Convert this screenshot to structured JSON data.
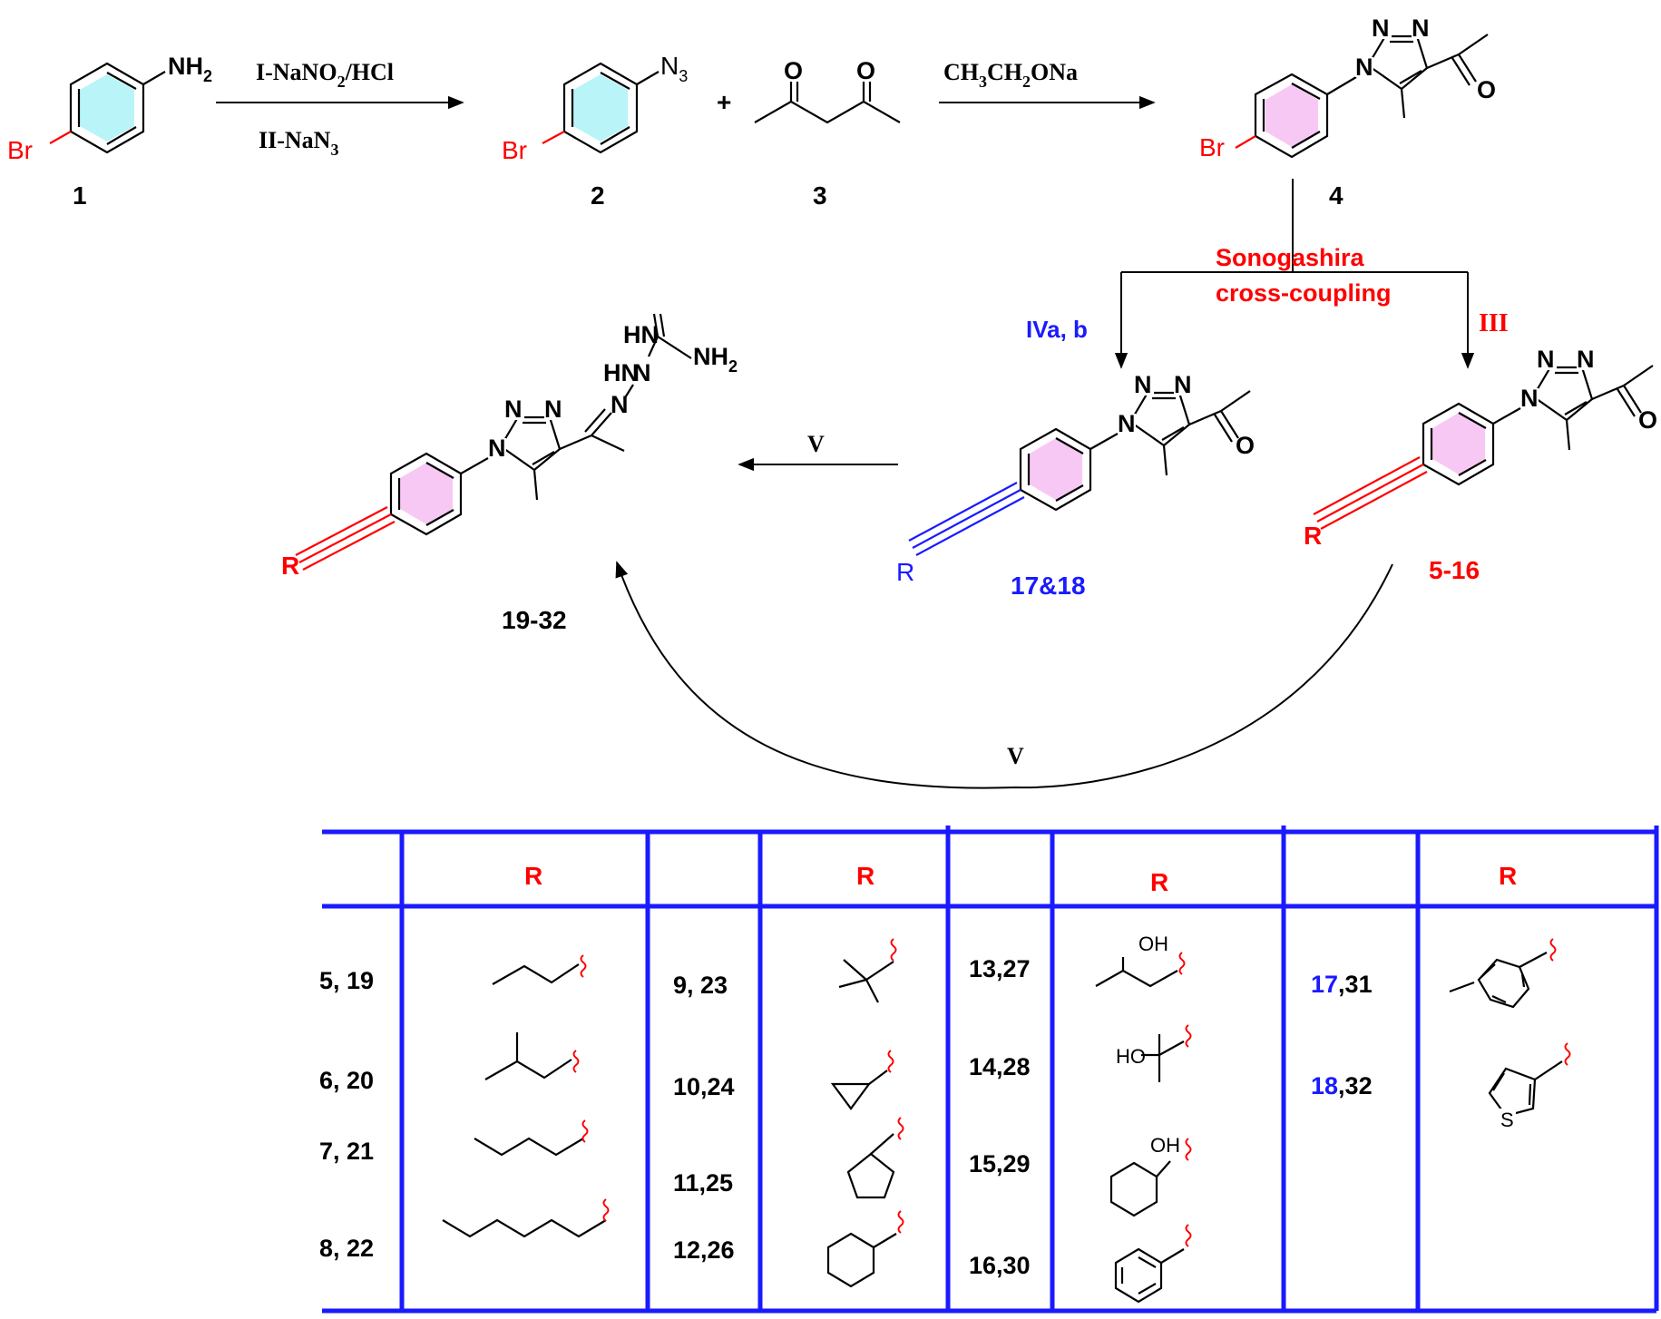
{
  "compounds": {
    "c1": "1",
    "c2": "2",
    "c3": "3",
    "c4": "4",
    "c5_16": "5-16",
    "c17_18": "17&18",
    "c19_32": "19-32"
  },
  "atoms": {
    "br": "Br",
    "nh": "NH",
    "two": "2",
    "three": "3",
    "n": "N",
    "o": "O",
    "r": "R",
    "hn": "HN",
    "hn_n": "HN",
    "s": "S",
    "oh": "OH",
    "ho": "HO"
  },
  "conditions": {
    "step1_top": "I-NaNO",
    "step1_top_sub": "2",
    "step1_top_rest": "/HCl",
    "step1_bottom": "II-NaN",
    "step1_bottom_sub": "3",
    "step2": "CH",
    "step2_sub1": "3",
    "step2_mid": "CH",
    "step2_sub2": "2",
    "step2_end": "ONa",
    "plus": "+",
    "sonogashira_line1": "Sonogashira",
    "sonogashira_line2": "cross-coupling",
    "iva_b": "IVa, b",
    "iii": "III",
    "v_top": "V",
    "v_bottom": "V"
  },
  "table": {
    "header_r": "R",
    "col1_rows": [
      "5, 19",
      "6, 20",
      "7, 21",
      "8, 22"
    ],
    "col2_rows": [
      "9, 23",
      "10,24",
      "11,25",
      "12,26"
    ],
    "col3_rows": [
      "13,27",
      "14,28",
      "15,29",
      "16,30"
    ],
    "col4_rows_blue": [
      "17",
      "18"
    ],
    "col4_rows_black": [
      ",31",
      ",32"
    ]
  },
  "colors": {
    "blue": "#1a1aff",
    "red": "#ff0000",
    "cyan_ring": "#b8f4f8",
    "pink_ring": "#f8c8f4"
  }
}
